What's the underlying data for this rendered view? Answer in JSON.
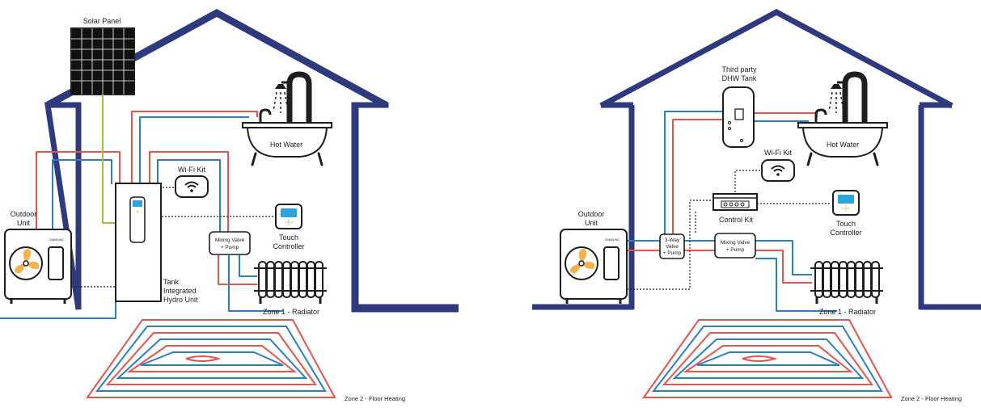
{
  "colors": {
    "house": "#2f3a7e",
    "hot_pipe": "#e4554d",
    "cold_pipe": "#2b7fc1",
    "solar_wire": "#9bc43b",
    "control_wire": "#222222",
    "fan": "#f3b24e",
    "screen": "#2ea3dc",
    "outline": "#1e1e1e"
  },
  "left_system": {
    "labels": {
      "solar_panel": "Solar Panel",
      "hot_water": "Hot Water",
      "wifi_kit": "Wi-Fi Kit",
      "outdoor_unit": [
        "Outdoor",
        "Unit"
      ],
      "tank_unit": [
        "Tank",
        "Integrated",
        "Hydro Unit"
      ],
      "mixing_valve": [
        "Mixing Valve",
        "+ Pump"
      ],
      "touch_controller": [
        "Touch",
        "Controller"
      ],
      "zone1": "Zone 1 - Radiator",
      "zone2": "Zone 2 - Floor Heating",
      "brand": "SAMSUNG"
    }
  },
  "right_system": {
    "labels": {
      "dhw_tank": [
        "Third party",
        "DHW Tank"
      ],
      "hot_water": "Hot Water",
      "wifi_kit": "Wi-Fi Kit",
      "outdoor_unit": [
        "Outdoor",
        "Unit"
      ],
      "three_way_valve": [
        "3-Way",
        "Valve",
        "+ Pump"
      ],
      "mixing_valve": [
        "Mixing Valve",
        "+ Pump"
      ],
      "control_kit": "Control Kit",
      "touch_controller": [
        "Touch",
        "Controller"
      ],
      "zone1": "Zone 1 - Radiator",
      "zone2": "Zone 2 - Floor Heating",
      "brand": "SAMSUNG"
    }
  }
}
